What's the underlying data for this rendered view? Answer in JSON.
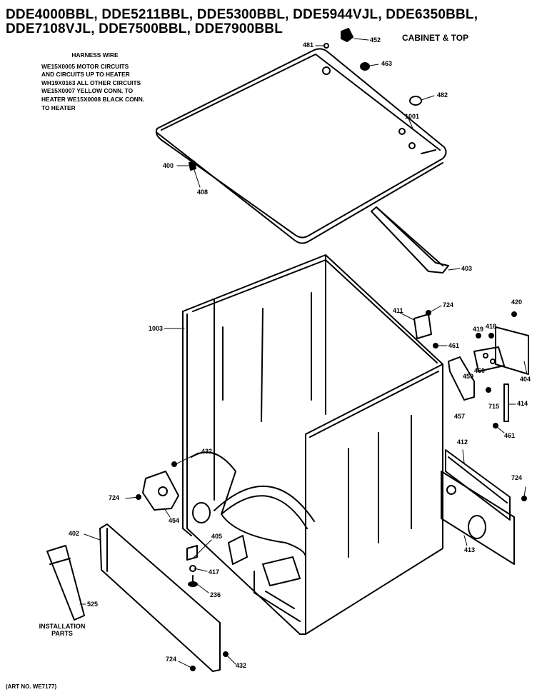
{
  "header": {
    "models_line1": "DDE4000BBL, DDE5211BBL, DDE5300BBL, DDE5944VJL, DDE6350BBL,",
    "models_line2": "DDE7108VJL, DDE7500BBL, DDE7900BBL",
    "section": "CABINET & TOP"
  },
  "harness_note": {
    "heading": "HARNESS WIRE",
    "lines": [
      "WE15X0005 MOTOR CIRCUITS",
      "AND CIRCUITS UP TO HEATER",
      "WH19X0163 ALL OTHER CIRCUITS",
      "WE15X0007 YELLOW CONN. TO",
      "HEATER WE15X0008 BLACK CONN.",
      "TO HEATER"
    ]
  },
  "installation_label": [
    "INSTALLATION",
    "PARTS"
  ],
  "art_no": "(ART NO. WE7177)",
  "part_labels": {
    "p481a": "481",
    "p452": "452",
    "p463": "463",
    "p482": "482",
    "p1001": "1001",
    "p400": "400",
    "p408": "408",
    "p403": "403",
    "p1003": "1003",
    "p411": "411",
    "p724a": "724",
    "p420": "420",
    "p419": "419",
    "p418": "418",
    "p461a": "461",
    "p459": "459",
    "p460": "460",
    "p404": "404",
    "p457": "457",
    "p715": "715",
    "p414": "414",
    "p461b": "461",
    "p412": "412",
    "p724b": "724",
    "p413": "413",
    "p432a": "432",
    "p724c": "724",
    "p454": "454",
    "p402": "402",
    "p405": "405",
    "p417": "417",
    "p236": "236",
    "p525": "525",
    "p724d": "724",
    "p432b": "432"
  }
}
